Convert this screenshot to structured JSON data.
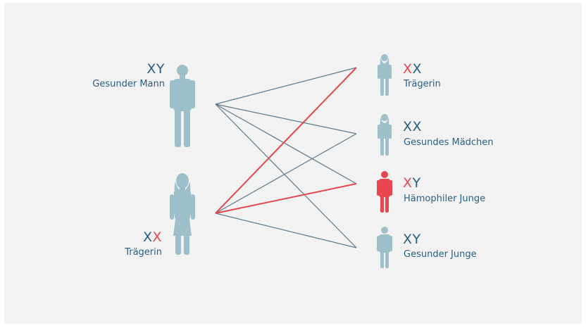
{
  "colors": {
    "blue": "#2b5f82",
    "red": "#e8474f",
    "figure": "#9dbfca",
    "affected_figure": "#e8474f",
    "line": "#5c7a8c",
    "red_line": "#e04a4f",
    "panel": "#f2f2f2"
  },
  "parents": {
    "father": {
      "chr1": "X",
      "chr2": "Y",
      "label": "Gesunder Mann",
      "chr1_color": "blue",
      "chr2_color": "blue"
    },
    "mother": {
      "chr1": "X",
      "chr2": "X",
      "label": "Trägerin",
      "chr1_color": "blue",
      "chr2_color": "red"
    }
  },
  "children": [
    {
      "chr1": "X",
      "chr2": "X",
      "label": "Trägerin",
      "chr1_color": "red",
      "chr2_color": "blue",
      "sex": "female",
      "affected": false
    },
    {
      "chr1": "X",
      "chr2": "X",
      "label": "Gesundes Mädchen",
      "chr1_color": "blue",
      "chr2_color": "blue",
      "sex": "female",
      "affected": false
    },
    {
      "chr1": "X",
      "chr2": "Y",
      "label": "Hämophiler Junge",
      "chr1_color": "red",
      "chr2_color": "blue",
      "sex": "male",
      "affected": true
    },
    {
      "chr1": "X",
      "chr2": "Y",
      "label": "Gesunder Junge",
      "chr1_color": "blue",
      "chr2_color": "blue",
      "sex": "male",
      "affected": false
    }
  ],
  "connections": [
    {
      "from": "father",
      "to": 0,
      "hereditary": false
    },
    {
      "from": "father",
      "to": 1,
      "hereditary": false
    },
    {
      "from": "father",
      "to": 2,
      "hereditary": false
    },
    {
      "from": "father",
      "to": 3,
      "hereditary": false
    },
    {
      "from": "mother",
      "to": 0,
      "hereditary": true
    },
    {
      "from": "mother",
      "to": 1,
      "hereditary": false
    },
    {
      "from": "mother",
      "to": 2,
      "hereditary": true
    },
    {
      "from": "mother",
      "to": 3,
      "hereditary": false
    }
  ]
}
